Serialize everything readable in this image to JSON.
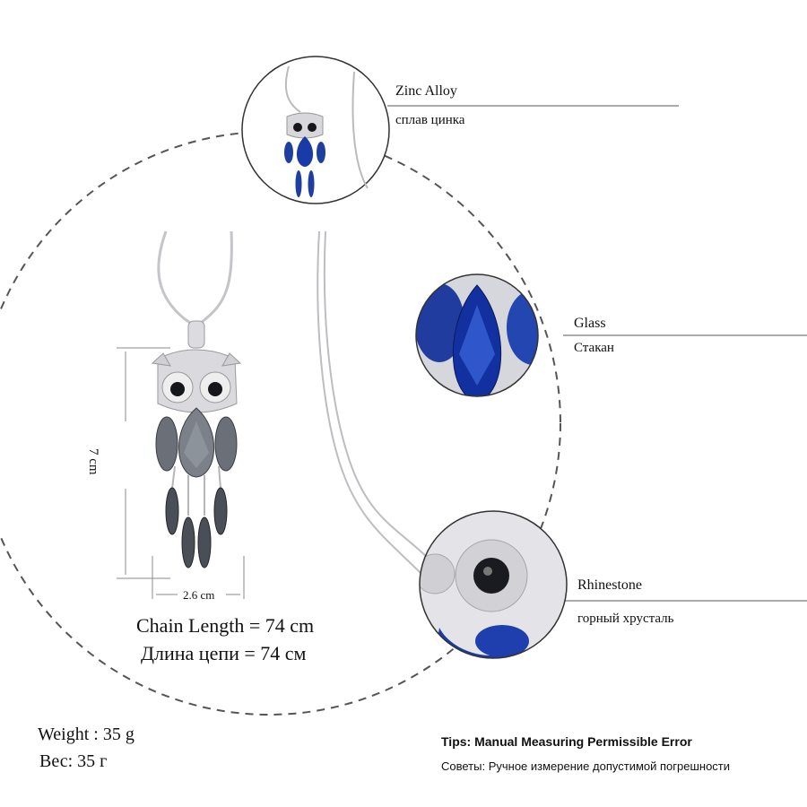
{
  "materials": {
    "zinc": {
      "en": "Zinc Alloy",
      "ru": "сплав цинка"
    },
    "glass": {
      "en": "Glass",
      "ru": "Стакан"
    },
    "rhinestone": {
      "en": "Rhinestone",
      "ru": "горный хрусталь"
    }
  },
  "dimensions": {
    "height": "7 cm",
    "width": "2.6 cm"
  },
  "chain": {
    "en": "Chain Length = 74 cm",
    "ru": "Длина цепи = 74 см"
  },
  "weight": {
    "en": "Weight : 35 g",
    "ru": "Вес: 35 г"
  },
  "tips": {
    "en": "Tips: Manual Measuring Permissible Error",
    "ru": "Советы: Ручное измерение допустимой погрешности"
  },
  "colors": {
    "sapphire": "#1a3aa8",
    "silver": "#c8c8cc",
    "smoke": "#555a63"
  }
}
